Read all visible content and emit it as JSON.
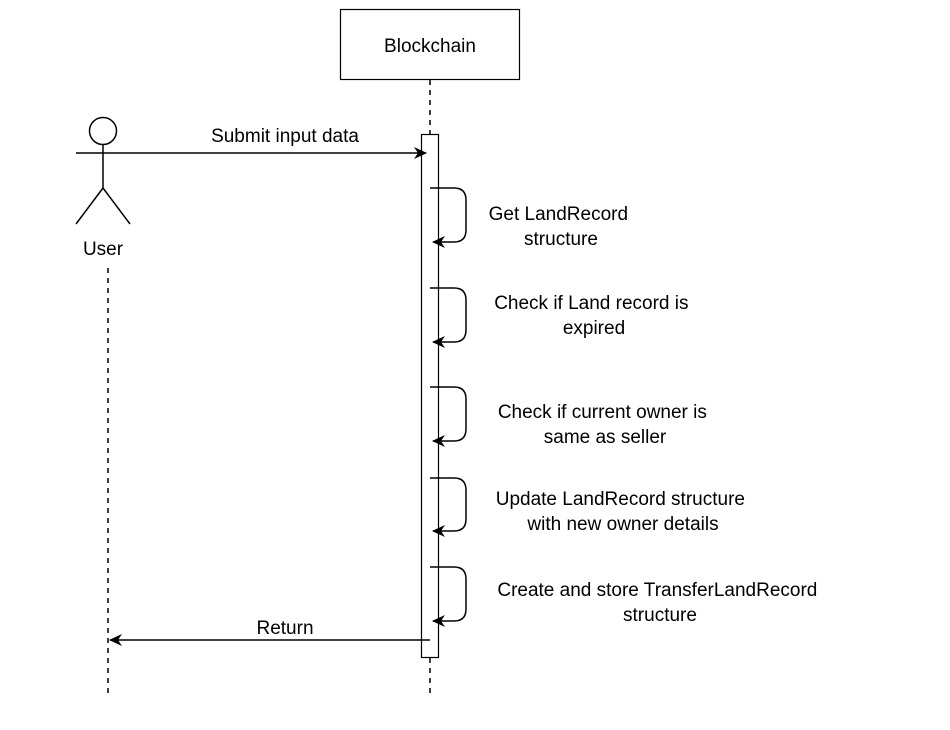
{
  "participants": {
    "blockchain": {
      "label": "Blockchain"
    },
    "user": {
      "label": "User"
    }
  },
  "messages": {
    "submit": {
      "label": "Submit input data"
    },
    "return": {
      "label": "Return"
    }
  },
  "self_calls": [
    {
      "lines": [
        "Get LandRecord",
        "structure"
      ]
    },
    {
      "lines": [
        "Check if Land record is",
        "expired"
      ]
    },
    {
      "lines": [
        "Check if current owner is",
        "same as seller"
      ]
    },
    {
      "lines": [
        "Update LandRecord structure",
        "with new owner details"
      ]
    },
    {
      "lines": [
        "Create and store TransferLandRecord",
        "structure"
      ]
    }
  ],
  "colors": {
    "stroke": "#000000",
    "background": "#ffffff"
  }
}
